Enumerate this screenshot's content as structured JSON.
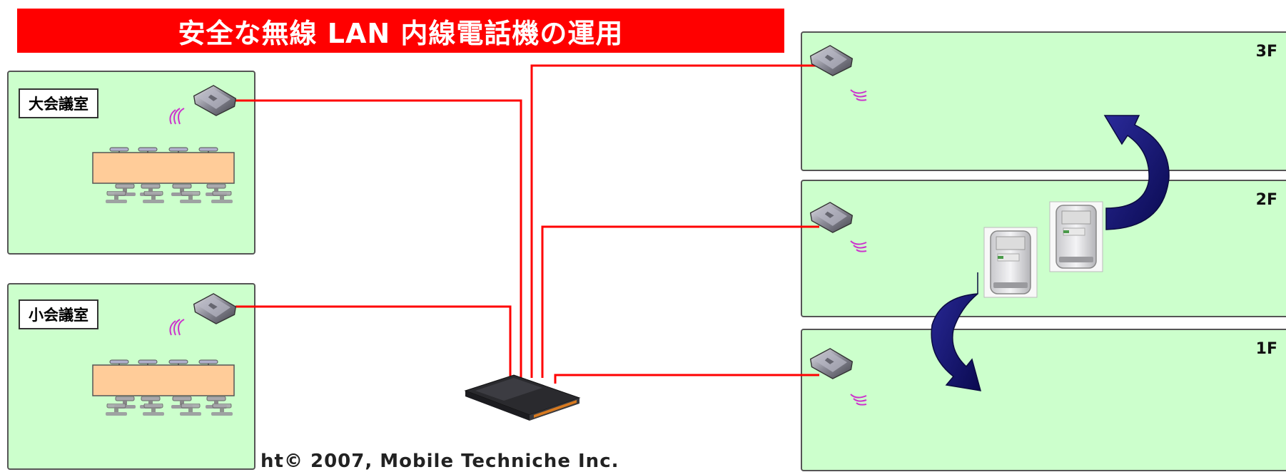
{
  "title": "安全な無線 LAN 内線電話機の運用",
  "rooms": [
    {
      "label": "大会議室"
    },
    {
      "label": "小会議室"
    }
  ],
  "floors": [
    {
      "label": "3F"
    },
    {
      "label": "2F"
    },
    {
      "label": "1F"
    }
  ],
  "copyright": "ht© 2007, Mobile Techniche Inc.",
  "icons": {
    "access_point": "access-point-icon",
    "switch": "network-switch-icon",
    "phone": "wireless-phone-icon",
    "roam_arrow": "roaming-arrow-icon",
    "signal": "wireless-signal-icon"
  },
  "colors": {
    "banner": "#ff0000",
    "cable": "#ff0000",
    "room_fill": "#ccffcc",
    "table_fill": "#ffcc99",
    "signal": "#cc33cc",
    "arrow": "#1a1a80"
  }
}
